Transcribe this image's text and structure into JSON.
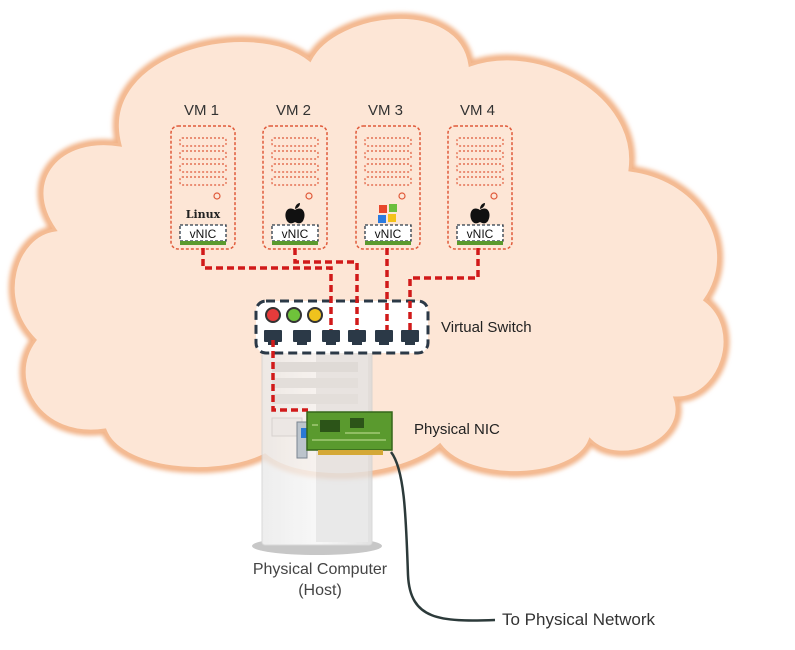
{
  "vms": [
    {
      "title": "VM 1",
      "os": "Linux",
      "nic": "vNIC"
    },
    {
      "title": "VM 2",
      "os": "apple",
      "nic": "vNIC"
    },
    {
      "title": "VM 3",
      "os": "windows",
      "nic": "vNIC"
    },
    {
      "title": "VM 4",
      "os": "apple",
      "nic": "vNIC"
    }
  ],
  "switch": {
    "label": "Virtual Switch"
  },
  "physical_nic": {
    "label": "Physical NIC"
  },
  "host": {
    "label_line1": "Physical Computer",
    "label_line2": "(Host)"
  },
  "network": {
    "label": "To Physical Network"
  },
  "colors": {
    "cloud_fill": "#fde6d6",
    "cloud_stroke": "#f2b489",
    "vm_outline": "#e05a3a",
    "link": "#d11a1a",
    "switch_outline": "#2b3947",
    "led_red": "#e43b3b",
    "led_green": "#6fc23a",
    "led_yellow": "#f0c21d",
    "pcb_green": "#5a9a2e",
    "cable": "#2c3a3a"
  }
}
